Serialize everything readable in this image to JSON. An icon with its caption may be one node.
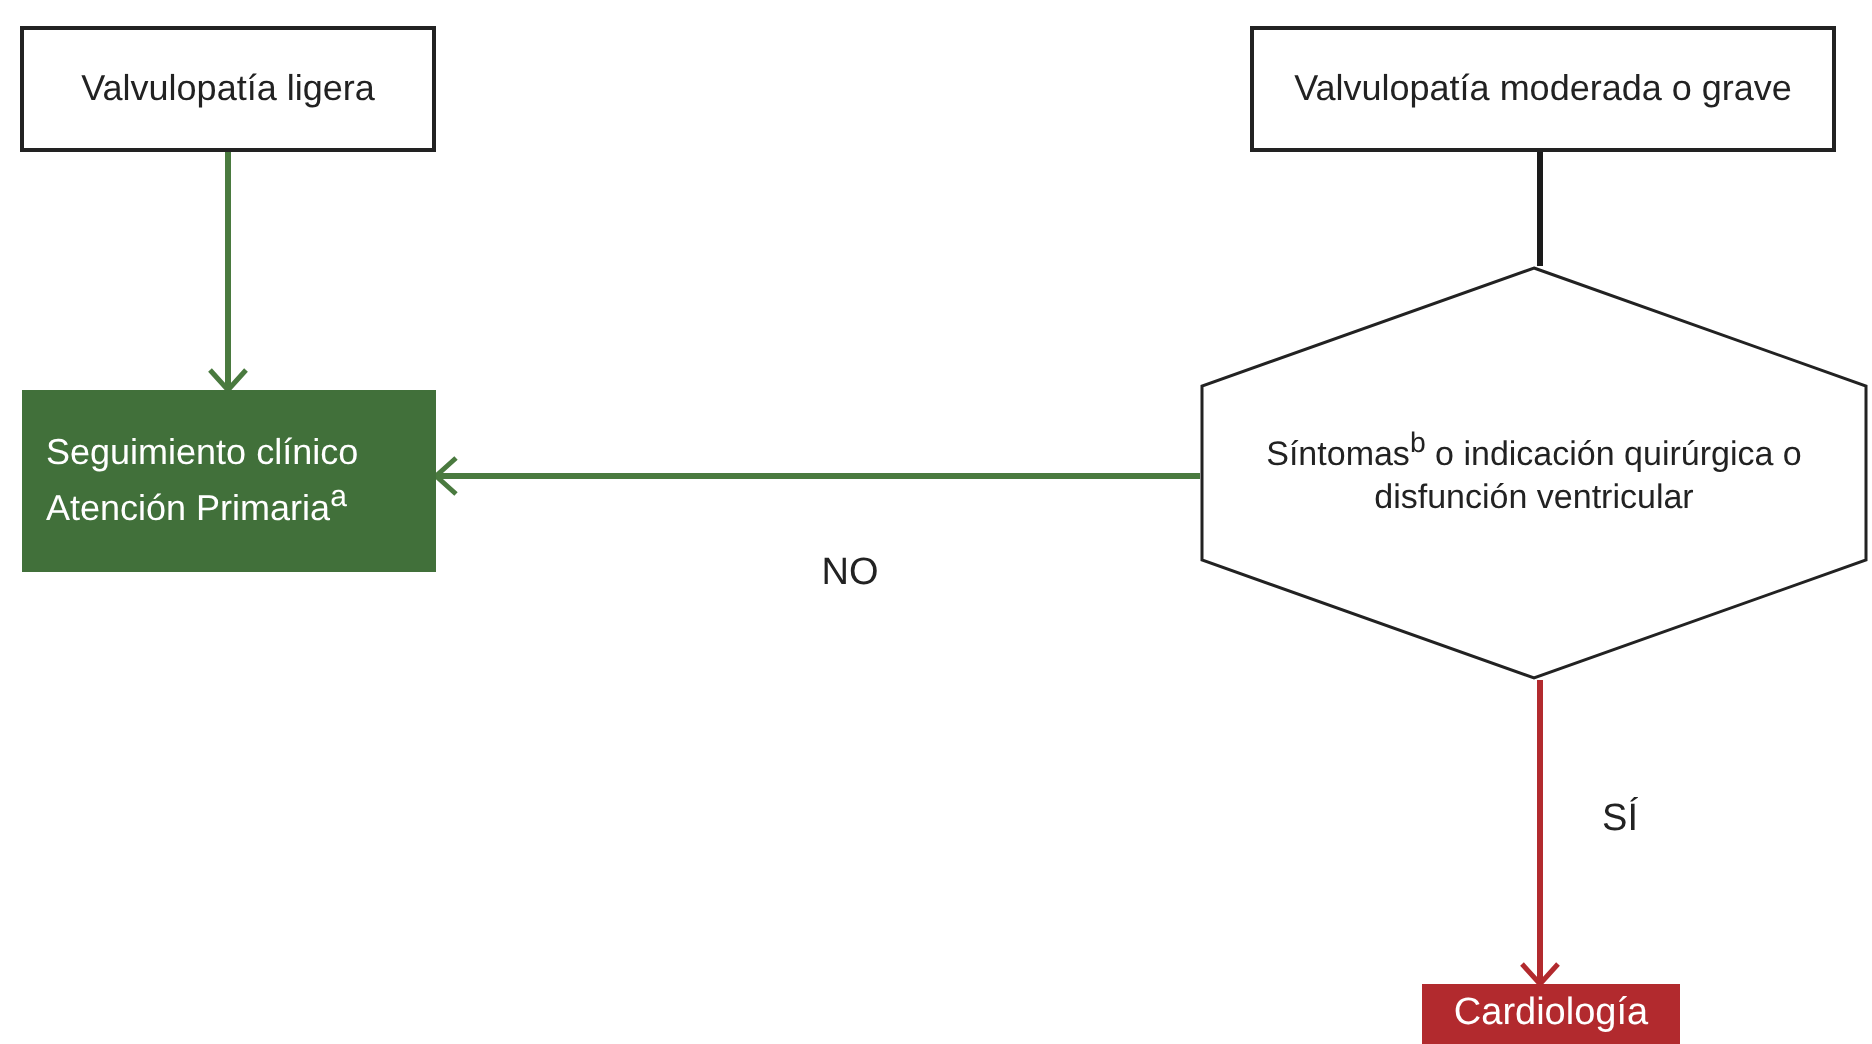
{
  "diagram": {
    "nodes": [
      {
        "text": [
          "Valvulopatía ligera"
        ]
      },
      {
        "text": [
          "Valvulopatía moderada o grave"
        ]
      },
      {
        "text": [
          "Seguimiento clínico Atención Primaria$^{a}$"
        ]
      },
      {
        "text": [
          "Síntomas$^{b}$ o indicación quirúrgica o disfunción ventricular"
        ]
      },
      {
        "text": [
          "Cardiología"
        ]
      }
    ],
    "edges": [
      {
        "from": 0,
        "to": 2,
        "arrow": "to"
      },
      {
        "from": 1,
        "to": 3,
        "arrow": "none",
        "color": "#1a1a1a"
      },
      {
        "from": 3,
        "to": 2,
        "arrow": "to",
        "label": "NO"
      },
      {
        "from": 3,
        "to": 4,
        "arrow": "to",
        "label": "SÍ",
        "color": "#b22a2e"
      }
    ]
  }
}
